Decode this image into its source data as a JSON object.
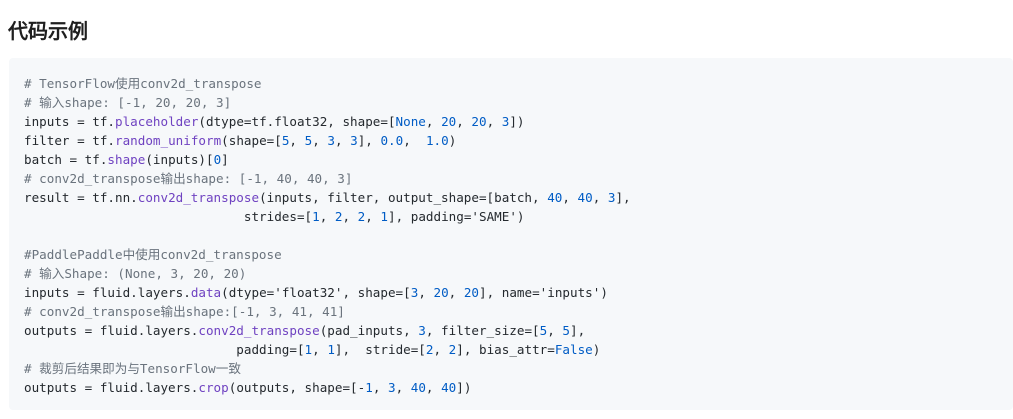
{
  "section": {
    "title": "代码示例"
  },
  "colors": {
    "code_background": "#f6f8fa",
    "comment": "#6a737d",
    "number": "#005cc5",
    "function": "#6f42c1",
    "plain": "#24292e"
  },
  "code": {
    "language": "python",
    "lines": [
      [
        {
          "t": "# TensorFlow使用conv2d_transpose",
          "k": "comment"
        }
      ],
      [
        {
          "t": "# 输入shape: [-1, 20, 20, 3]",
          "k": "comment"
        }
      ],
      [
        {
          "t": "inputs = tf.",
          "k": "plain"
        },
        {
          "t": "placeholder",
          "k": "func"
        },
        {
          "t": "(dtype=tf.float32, shape=[",
          "k": "plain"
        },
        {
          "t": "None",
          "k": "builtin"
        },
        {
          "t": ", ",
          "k": "plain"
        },
        {
          "t": "20",
          "k": "number"
        },
        {
          "t": ", ",
          "k": "plain"
        },
        {
          "t": "20",
          "k": "number"
        },
        {
          "t": ", ",
          "k": "plain"
        },
        {
          "t": "3",
          "k": "number"
        },
        {
          "t": "])",
          "k": "plain"
        }
      ],
      [
        {
          "t": "filter = tf.",
          "k": "plain"
        },
        {
          "t": "random_uniform",
          "k": "func"
        },
        {
          "t": "(shape=[",
          "k": "plain"
        },
        {
          "t": "5",
          "k": "number"
        },
        {
          "t": ", ",
          "k": "plain"
        },
        {
          "t": "5",
          "k": "number"
        },
        {
          "t": ", ",
          "k": "plain"
        },
        {
          "t": "3",
          "k": "number"
        },
        {
          "t": ", ",
          "k": "plain"
        },
        {
          "t": "3",
          "k": "number"
        },
        {
          "t": "], ",
          "k": "plain"
        },
        {
          "t": "0.0",
          "k": "number"
        },
        {
          "t": ",  ",
          "k": "plain"
        },
        {
          "t": "1.0",
          "k": "number"
        },
        {
          "t": ")",
          "k": "plain"
        }
      ],
      [
        {
          "t": "batch = tf.",
          "k": "plain"
        },
        {
          "t": "shape",
          "k": "func"
        },
        {
          "t": "(inputs)[",
          "k": "plain"
        },
        {
          "t": "0",
          "k": "number"
        },
        {
          "t": "]",
          "k": "plain"
        }
      ],
      [
        {
          "t": "# conv2d_transpose输出shape: [-1, 40, 40, 3]",
          "k": "comment"
        }
      ],
      [
        {
          "t": "result = tf.nn.",
          "k": "plain"
        },
        {
          "t": "conv2d_transpose",
          "k": "func"
        },
        {
          "t": "(inputs, filter, output_shape=[batch, ",
          "k": "plain"
        },
        {
          "t": "40",
          "k": "number"
        },
        {
          "t": ", ",
          "k": "plain"
        },
        {
          "t": "40",
          "k": "number"
        },
        {
          "t": ", ",
          "k": "plain"
        },
        {
          "t": "3",
          "k": "number"
        },
        {
          "t": "],",
          "k": "plain"
        }
      ],
      [
        {
          "t": "                             strides=[",
          "k": "plain"
        },
        {
          "t": "1",
          "k": "number"
        },
        {
          "t": ", ",
          "k": "plain"
        },
        {
          "t": "2",
          "k": "number"
        },
        {
          "t": ", ",
          "k": "plain"
        },
        {
          "t": "2",
          "k": "number"
        },
        {
          "t": ", ",
          "k": "plain"
        },
        {
          "t": "1",
          "k": "number"
        },
        {
          "t": "], padding='SAME')",
          "k": "plain"
        }
      ],
      [
        {
          "t": "",
          "k": "plain"
        }
      ],
      [
        {
          "t": "#PaddlePaddle中使用conv2d_transpose",
          "k": "comment"
        }
      ],
      [
        {
          "t": "# 输入Shape: (None, 3, 20, 20)",
          "k": "comment"
        }
      ],
      [
        {
          "t": "inputs = fluid.layers.",
          "k": "plain"
        },
        {
          "t": "data",
          "k": "func"
        },
        {
          "t": "(dtype='float32', shape=[",
          "k": "plain"
        },
        {
          "t": "3",
          "k": "number"
        },
        {
          "t": ", ",
          "k": "plain"
        },
        {
          "t": "20",
          "k": "number"
        },
        {
          "t": ", ",
          "k": "plain"
        },
        {
          "t": "20",
          "k": "number"
        },
        {
          "t": "], name='inputs')",
          "k": "plain"
        }
      ],
      [
        {
          "t": "# conv2d_transpose输出shape:[-1, 3, 41, 41]",
          "k": "comment"
        }
      ],
      [
        {
          "t": "outputs = fluid.layers.",
          "k": "plain"
        },
        {
          "t": "conv2d_transpose",
          "k": "func"
        },
        {
          "t": "(pad_inputs, ",
          "k": "plain"
        },
        {
          "t": "3",
          "k": "number"
        },
        {
          "t": ", filter_size=[",
          "k": "plain"
        },
        {
          "t": "5",
          "k": "number"
        },
        {
          "t": ", ",
          "k": "plain"
        },
        {
          "t": "5",
          "k": "number"
        },
        {
          "t": "],",
          "k": "plain"
        }
      ],
      [
        {
          "t": "                            padding=[",
          "k": "plain"
        },
        {
          "t": "1",
          "k": "number"
        },
        {
          "t": ", ",
          "k": "plain"
        },
        {
          "t": "1",
          "k": "number"
        },
        {
          "t": "],  stride=[",
          "k": "plain"
        },
        {
          "t": "2",
          "k": "number"
        },
        {
          "t": ", ",
          "k": "plain"
        },
        {
          "t": "2",
          "k": "number"
        },
        {
          "t": "], bias_attr=",
          "k": "plain"
        },
        {
          "t": "False",
          "k": "builtin"
        },
        {
          "t": ")",
          "k": "plain"
        }
      ],
      [
        {
          "t": "# 裁剪后结果即为与TensorFlow一致",
          "k": "comment"
        }
      ],
      [
        {
          "t": "outputs = fluid.layers.",
          "k": "plain"
        },
        {
          "t": "crop",
          "k": "func"
        },
        {
          "t": "(outputs, shape=[-",
          "k": "plain"
        },
        {
          "t": "1",
          "k": "number"
        },
        {
          "t": ", ",
          "k": "plain"
        },
        {
          "t": "3",
          "k": "number"
        },
        {
          "t": ", ",
          "k": "plain"
        },
        {
          "t": "40",
          "k": "number"
        },
        {
          "t": ", ",
          "k": "plain"
        },
        {
          "t": "40",
          "k": "number"
        },
        {
          "t": "])",
          "k": "plain"
        }
      ]
    ]
  }
}
